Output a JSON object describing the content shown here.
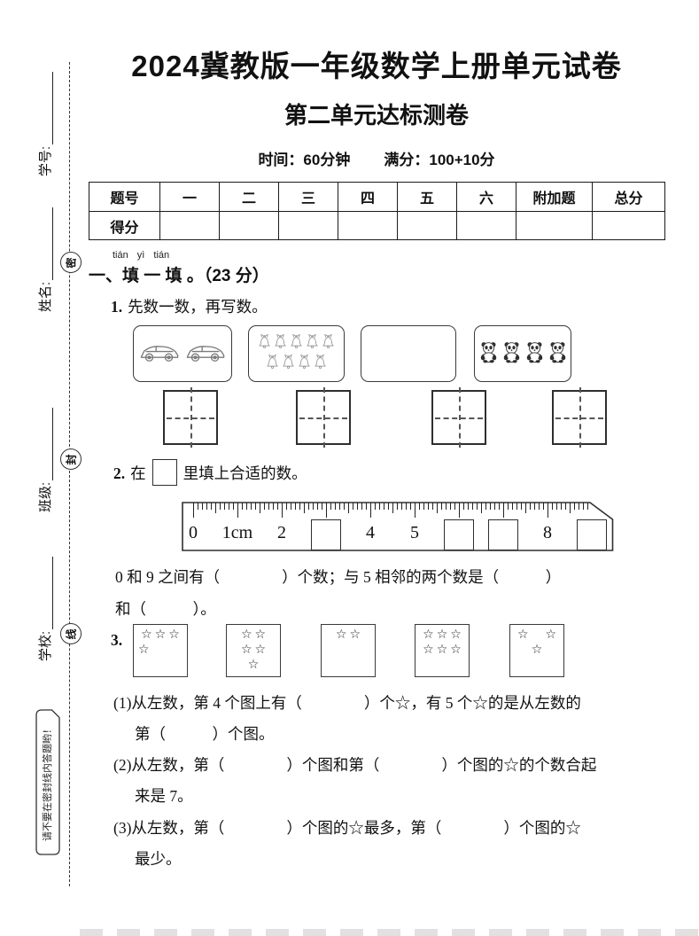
{
  "page": {
    "title": "2024冀教版一年级数学上册单元试卷",
    "subtitle": "第二单元达标测卷",
    "time_label": "时间：60分钟",
    "full_score_label": "满分：100+10分"
  },
  "margin": {
    "student_fields": [
      {
        "label": "学号:"
      },
      {
        "label": "姓名:"
      },
      {
        "label": "班级:"
      },
      {
        "label": "学校:"
      }
    ],
    "seal_chars": [
      "密",
      "封",
      "线"
    ],
    "note": "请不要在密封线内答题哟！"
  },
  "score_table": {
    "row1": [
      "题号",
      "一",
      "二",
      "三",
      "四",
      "五",
      "六",
      "附加题",
      "总分"
    ],
    "row2_label": "得分"
  },
  "section1": {
    "pinyin": "tián yì tián",
    "heading": "一、填 一 填 。（23 分）",
    "q1": {
      "number": "1.",
      "text": "先数一数，再写数。",
      "picture_boxes": [
        {
          "icon": "car",
          "count": 2,
          "rows": [
            2
          ]
        },
        {
          "icon": "bell",
          "count": 9,
          "rows": [
            5,
            4
          ]
        },
        {
          "icon": "none",
          "count": 0,
          "rows": []
        },
        {
          "icon": "panda",
          "count": 4,
          "rows": [
            4
          ]
        }
      ]
    },
    "q2": {
      "number": "2.",
      "text_before_box": "在",
      "text_after_box": "里填上合适的数。",
      "ruler_marks": [
        {
          "type": "num",
          "label": "0"
        },
        {
          "type": "num",
          "label": "1cm"
        },
        {
          "type": "num",
          "label": "2"
        },
        {
          "type": "box"
        },
        {
          "type": "num",
          "label": "4"
        },
        {
          "type": "num",
          "label": "5"
        },
        {
          "type": "box"
        },
        {
          "type": "box"
        },
        {
          "type": "num",
          "label": "8"
        },
        {
          "type": "box"
        }
      ],
      "fill_line1": "0 和 9 之间有（　　　　）个数；与 5 相邻的两个数是（　　　）",
      "fill_line2": "和（　　　）。"
    },
    "q3": {
      "number": "3.",
      "star_symbol": "☆",
      "star_boxes": [
        {
          "count": 4,
          "rows": [
            {
              "count": 3,
              "align": "center"
            },
            {
              "count": 1,
              "align": "left"
            }
          ]
        },
        {
          "count": 5,
          "rows": [
            {
              "count": 2,
              "align": "center"
            },
            {
              "count": 2,
              "align": "center"
            },
            {
              "count": 1,
              "align": "center"
            }
          ]
        },
        {
          "count": 2,
          "rows": [
            {
              "count": 2,
              "align": "center"
            }
          ]
        },
        {
          "count": 6,
          "rows": [
            {
              "count": 3,
              "align": "center"
            },
            {
              "count": 3,
              "align": "center"
            }
          ]
        },
        {
          "count": 3,
          "rows": [
            {
              "count": 2,
              "align": "spread"
            },
            {
              "count": 1,
              "align": "center"
            }
          ]
        }
      ],
      "sub_questions": [
        {
          "line1": "(1)从左数，第 4 个图上有（　　　　）个☆，有 5 个☆的是从左数的",
          "line2": "第（　　　）个图。"
        },
        {
          "line1": "(2)从左数，第（　　　　）个图和第（　　　　）个图的☆的个数合起",
          "line2": "来是 7。"
        },
        {
          "line1": "(3)从左数，第（　　　　）个图的☆最多，第（　　　　）个图的☆",
          "line2": "最少。"
        }
      ]
    }
  }
}
